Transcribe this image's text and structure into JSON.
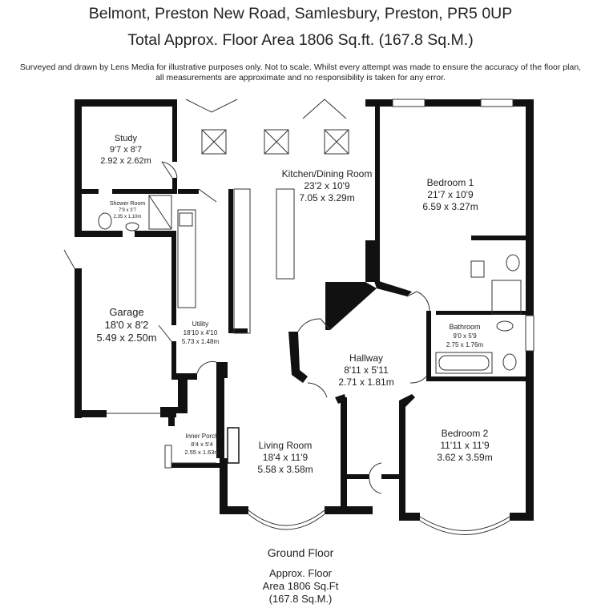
{
  "header": {
    "title_line1": "Belmont, Preston New Road, Samlesbury, Preston, PR5 0UP",
    "title_line2": "Total Approx. Floor Area 1806 Sq.ft. (167.8 Sq.M.)",
    "disclaimer_line1": "Surveyed and drawn by Lens Media for illustrative purposes only. Not to scale. Whilst every attempt was made to ensure the accuracy of the floor plan,",
    "disclaimer_line2": "all measurements are approximate and no responsibility is taken for any error."
  },
  "rooms": {
    "study": {
      "name": "Study",
      "imperial": "9'7 x 8'7",
      "metric": "2.92 x 2.62m"
    },
    "shower": {
      "name": "Shower Room",
      "imperial": "7'9 x 3'7",
      "metric": "2.35 x 1.10m"
    },
    "kitchen": {
      "name": "Kitchen/Dining Room",
      "imperial": "23'2 x 10'9",
      "metric": "7.05 x 3.29m"
    },
    "bedroom1": {
      "name": "Bedroom 1",
      "imperial": "21'7 x 10'9",
      "metric": "6.59 x 3.27m"
    },
    "garage": {
      "name": "Garage",
      "imperial": "18'0 x 8'2",
      "metric": "5.49 x 2.50m"
    },
    "utility": {
      "name": "Utility",
      "imperial": "18'10 x 4'10",
      "metric": "5.73 x 1.48m"
    },
    "bathroom": {
      "name": "Bathroom",
      "imperial": "9'0 x 5'9",
      "metric": "2.75 x 1.76m"
    },
    "hallway": {
      "name": "Hallway",
      "imperial": "8'11 x 5'11",
      "metric": "2.71 x 1.81m"
    },
    "inner_porch": {
      "name": "Inner Porch",
      "imperial": "8'4 x 5'4",
      "metric": "2.55 x 1.63m"
    },
    "living": {
      "name": "Living Room",
      "imperial": "18'4 x 11'9",
      "metric": "5.58 x 3.58m"
    },
    "bedroom2": {
      "name": "Bedroom 2",
      "imperial": "11'11 x 11'9",
      "metric": "3.62 x 3.59m"
    }
  },
  "footer": {
    "floor_name": "Ground Floor",
    "area_line1": "Approx. Floor",
    "area_line2": "Area 1806 Sq.Ft",
    "area_line3": "(167.8 Sq.M.)"
  }
}
